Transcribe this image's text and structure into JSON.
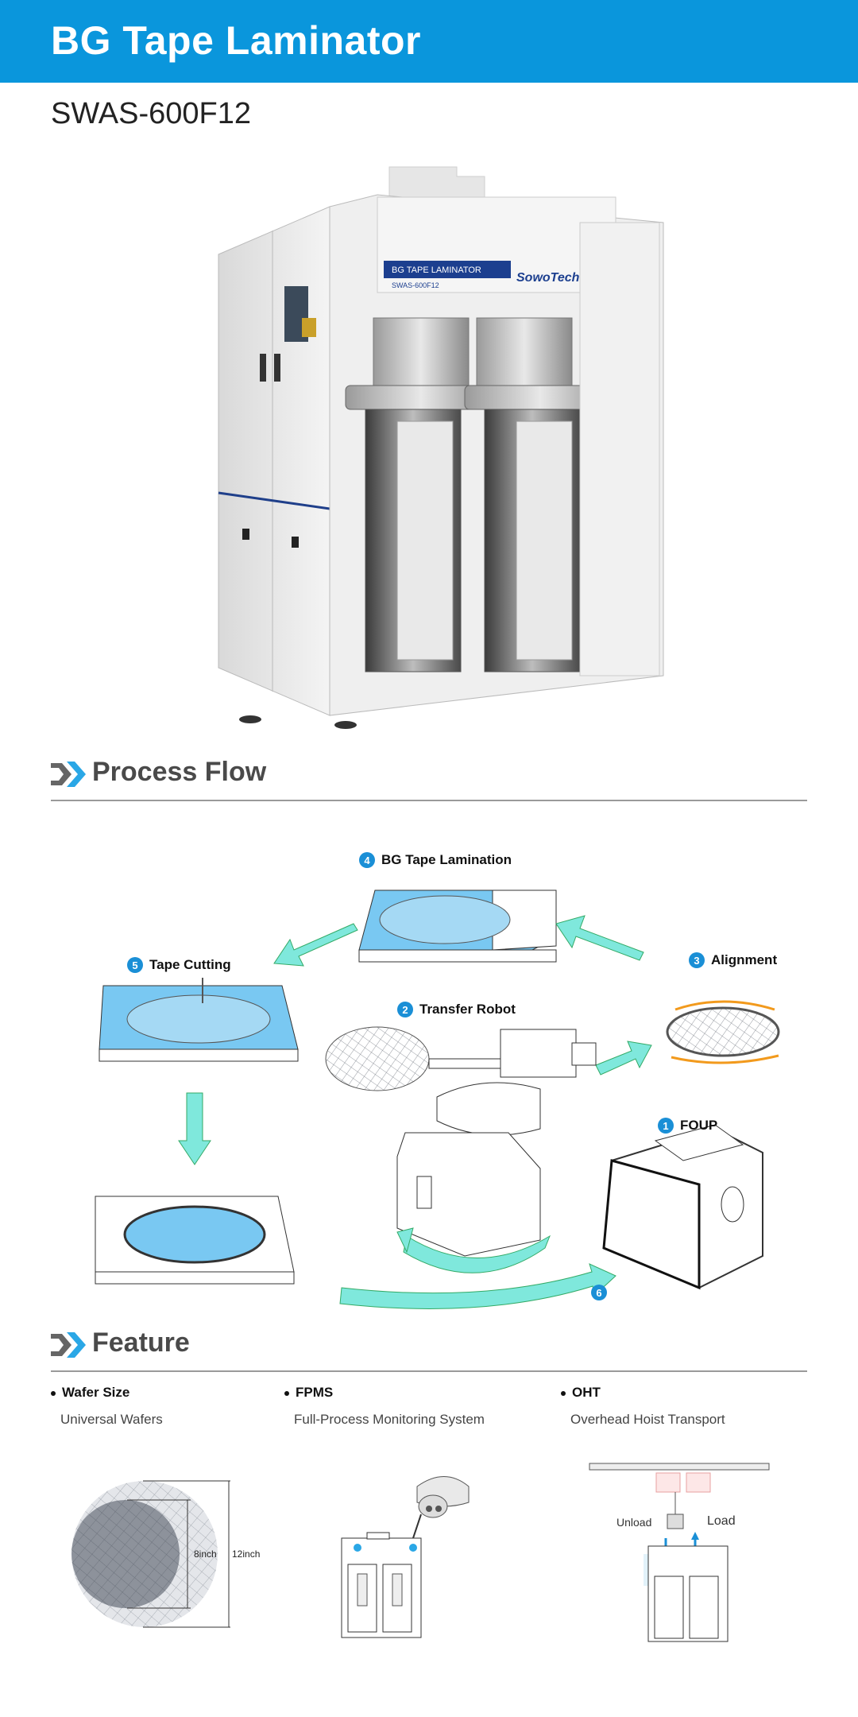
{
  "header": {
    "title": "BG Tape Laminator"
  },
  "model": "SWAS-600F12",
  "machine": {
    "panel_label": "BG TAPE LAMINATOR",
    "panel_model": "SWAS-600F12",
    "brand": "SowoTech"
  },
  "process_flow": {
    "title": "Process Flow",
    "steps": [
      {
        "num": "1",
        "label": "FOUP"
      },
      {
        "num": "2",
        "label": "Transfer Robot"
      },
      {
        "num": "3",
        "label": "Alignment"
      },
      {
        "num": "4",
        "label": "BG Tape Lamination"
      },
      {
        "num": "5",
        "label": "Tape Cutting"
      },
      {
        "num": "6",
        "label": ""
      }
    ]
  },
  "feature": {
    "title": "Feature",
    "items": [
      {
        "title": "Wafer Size",
        "desc": "Universal Wafers"
      },
      {
        "title": "FPMS",
        "desc": "Full-Process Monitoring System"
      },
      {
        "title": "OHT",
        "desc": "Overhead Hoist Transport"
      }
    ],
    "wafer_labels": {
      "inner": "8inch",
      "outer": "12inch"
    },
    "oht_labels": {
      "unload": "Unload",
      "load": "Load"
    }
  },
  "colors": {
    "brand_blue": "#0a96dc",
    "accent_cyan": "#7fe8dc",
    "tape_blue": "#79c8f2",
    "orange": "#f29a1d"
  }
}
